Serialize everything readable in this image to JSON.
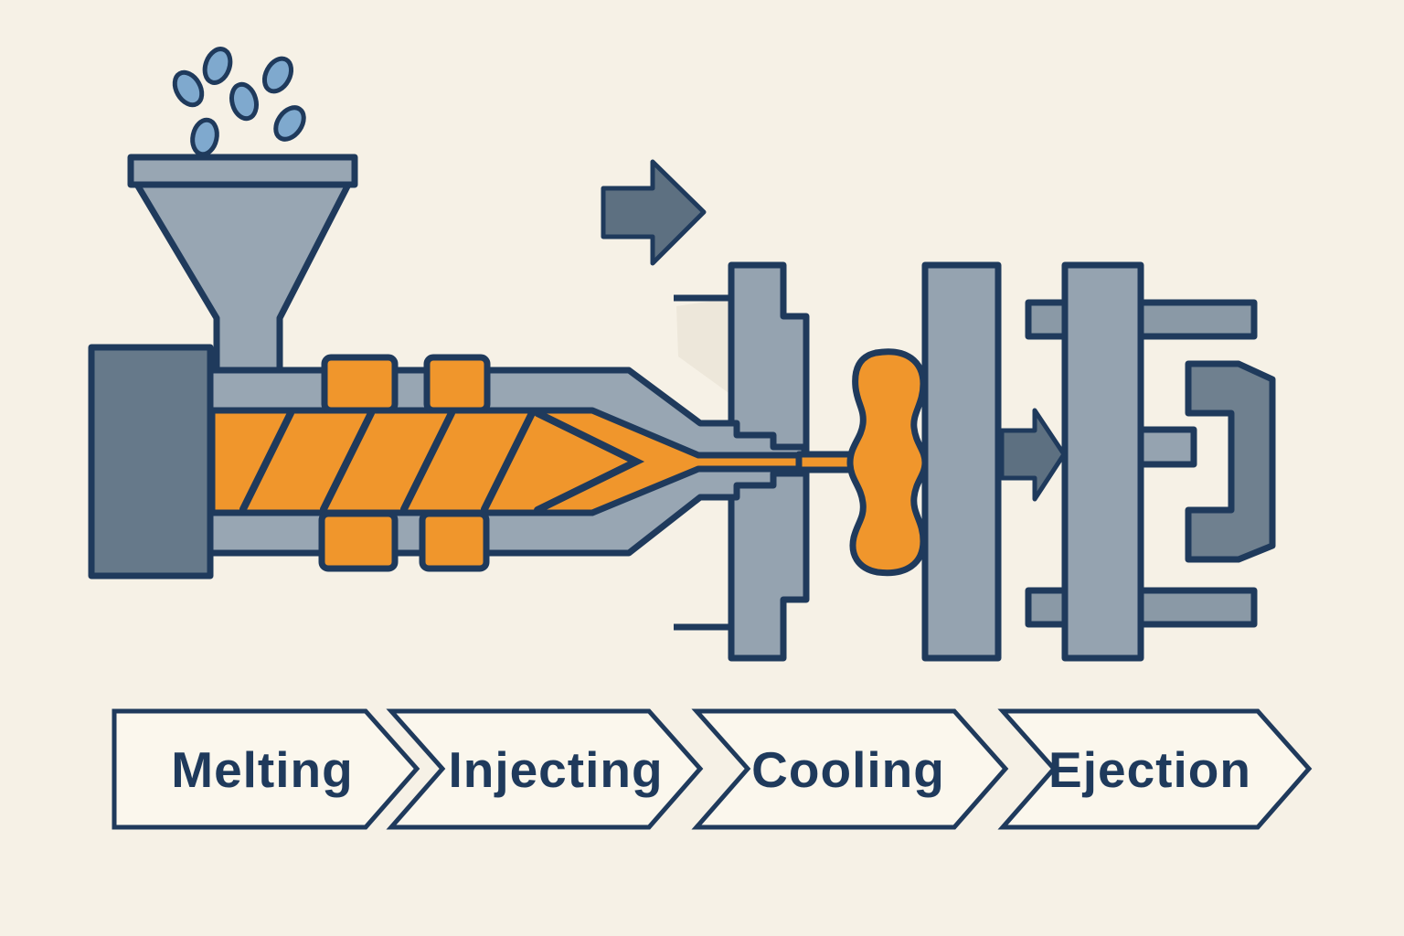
{
  "colors": {
    "background": "#F6F1E6",
    "highlight": "#EDE7DA",
    "outline": "#1F3A5C",
    "machine_gray": "#98A6B3",
    "machine_gray_dark": "#66798A",
    "plate_gray": "#95A3B0",
    "tiebar_gray": "#8A99A6",
    "clamp_gray": "#6F808F",
    "arrow_slate": "#5D7081",
    "orange": "#F0962C",
    "pellet_blue": "#7FA9CE",
    "chevron_fill": "#FBF7ED",
    "label_text": "#1F3A5C"
  },
  "stages": [
    {
      "label": "Melting"
    },
    {
      "label": "Injecting"
    },
    {
      "label": "Cooling"
    },
    {
      "label": "Ejection"
    }
  ]
}
